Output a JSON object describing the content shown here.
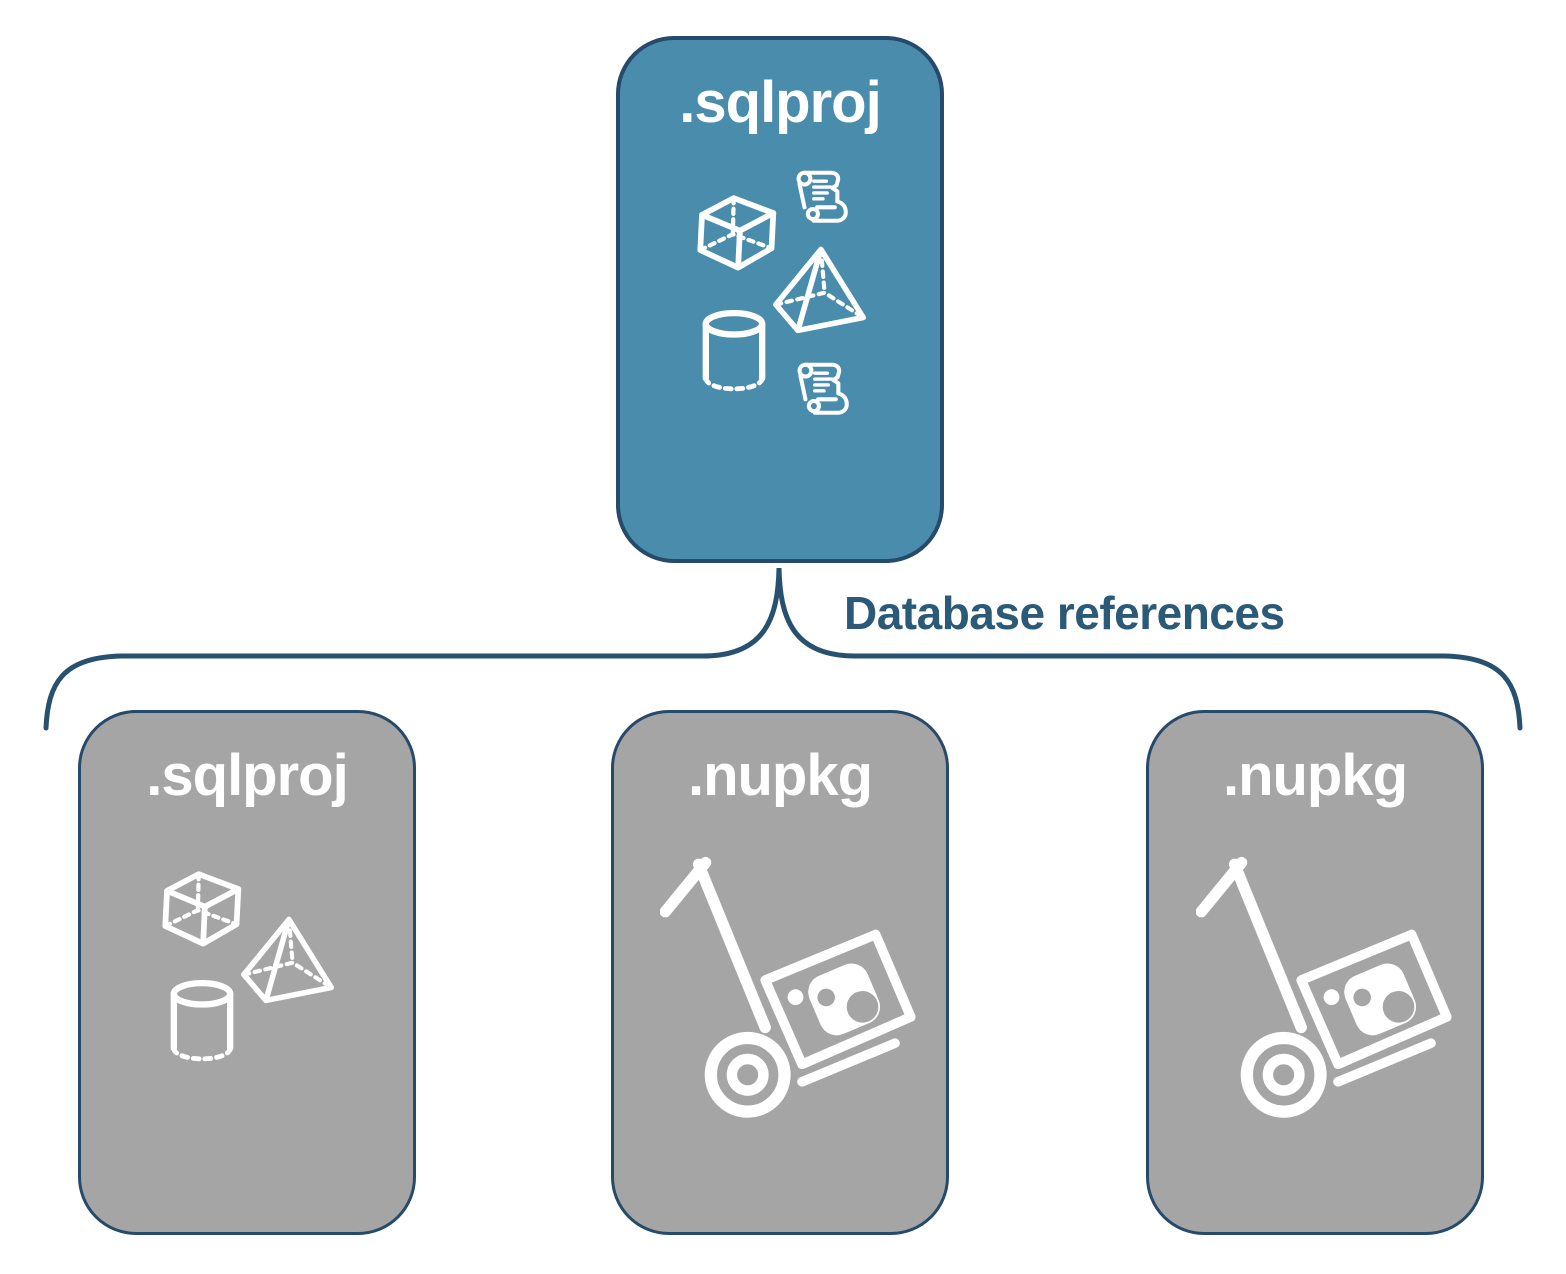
{
  "diagram": {
    "root": {
      "label": ".sqlproj",
      "icons": [
        "cube-3d",
        "script-scroll",
        "pyramid-3d",
        "database-cylinder",
        "script-scroll"
      ]
    },
    "connector": {
      "label": "Database references"
    },
    "children": [
      {
        "label": ".sqlproj",
        "icons": [
          "cube-3d",
          "pyramid-3d",
          "database-cylinder"
        ]
      },
      {
        "label": ".nupkg",
        "icons": [
          "handtruck-nuget-package"
        ]
      },
      {
        "label": ".nupkg",
        "icons": [
          "handtruck-nuget-package"
        ]
      }
    ],
    "colors": {
      "root_fill": "#4A8CAC",
      "child_fill": "#A5A5A5",
      "border": "#264A6B",
      "connector_stroke": "#27516F",
      "connector_label_text": "#2B5978",
      "icon_stroke": "#FFFFFF",
      "title_text": "#FFFFFF",
      "page_background": "#FFFFFF"
    }
  }
}
